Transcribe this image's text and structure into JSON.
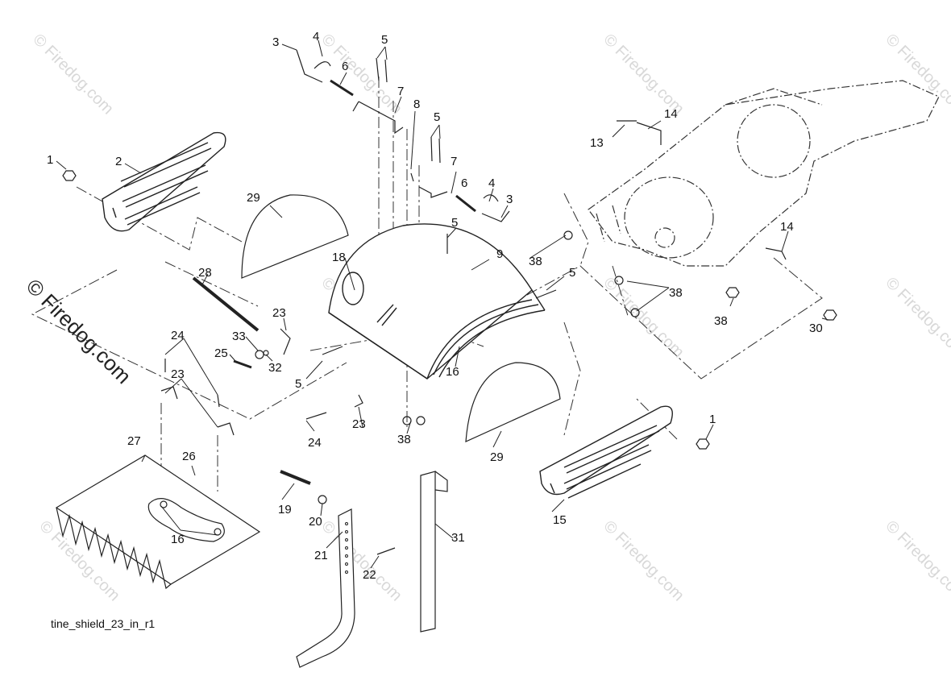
{
  "diagram": {
    "caption": "tine_shield_23_in_r1",
    "watermark": "© Firedog.com",
    "callouts": [
      {
        "id": "c1a",
        "text": "1"
      },
      {
        "id": "c1b",
        "text": "1"
      },
      {
        "id": "c2",
        "text": "2"
      },
      {
        "id": "c3a",
        "text": "3"
      },
      {
        "id": "c3b",
        "text": "3"
      },
      {
        "id": "c4a",
        "text": "4"
      },
      {
        "id": "c4b",
        "text": "4"
      },
      {
        "id": "c5a",
        "text": "5"
      },
      {
        "id": "c5b",
        "text": "5"
      },
      {
        "id": "c5c",
        "text": "5"
      },
      {
        "id": "c5d",
        "text": "5"
      },
      {
        "id": "c5e",
        "text": "5"
      },
      {
        "id": "c6a",
        "text": "6"
      },
      {
        "id": "c6b",
        "text": "6"
      },
      {
        "id": "c7a",
        "text": "7"
      },
      {
        "id": "c7b",
        "text": "7"
      },
      {
        "id": "c8",
        "text": "8"
      },
      {
        "id": "c9",
        "text": "9"
      },
      {
        "id": "c13",
        "text": "13"
      },
      {
        "id": "c14a",
        "text": "14"
      },
      {
        "id": "c14b",
        "text": "14"
      },
      {
        "id": "c15",
        "text": "15"
      },
      {
        "id": "c16a",
        "text": "16"
      },
      {
        "id": "c16b",
        "text": "16"
      },
      {
        "id": "c18",
        "text": "18"
      },
      {
        "id": "c19",
        "text": "19"
      },
      {
        "id": "c20",
        "text": "20"
      },
      {
        "id": "c21",
        "text": "21"
      },
      {
        "id": "c22",
        "text": "22"
      },
      {
        "id": "c23a",
        "text": "23"
      },
      {
        "id": "c23b",
        "text": "23"
      },
      {
        "id": "c23c",
        "text": "23"
      },
      {
        "id": "c24a",
        "text": "24"
      },
      {
        "id": "c24b",
        "text": "24"
      },
      {
        "id": "c25",
        "text": "25"
      },
      {
        "id": "c26",
        "text": "26"
      },
      {
        "id": "c27",
        "text": "27"
      },
      {
        "id": "c28",
        "text": "28"
      },
      {
        "id": "c29a",
        "text": "29"
      },
      {
        "id": "c29b",
        "text": "29"
      },
      {
        "id": "c30",
        "text": "30"
      },
      {
        "id": "c31",
        "text": "31"
      },
      {
        "id": "c32",
        "text": "32"
      },
      {
        "id": "c33",
        "text": "33"
      },
      {
        "id": "c38a",
        "text": "38"
      },
      {
        "id": "c38b",
        "text": "38"
      },
      {
        "id": "c38c",
        "text": "38"
      },
      {
        "id": "c38d",
        "text": "38"
      }
    ]
  }
}
